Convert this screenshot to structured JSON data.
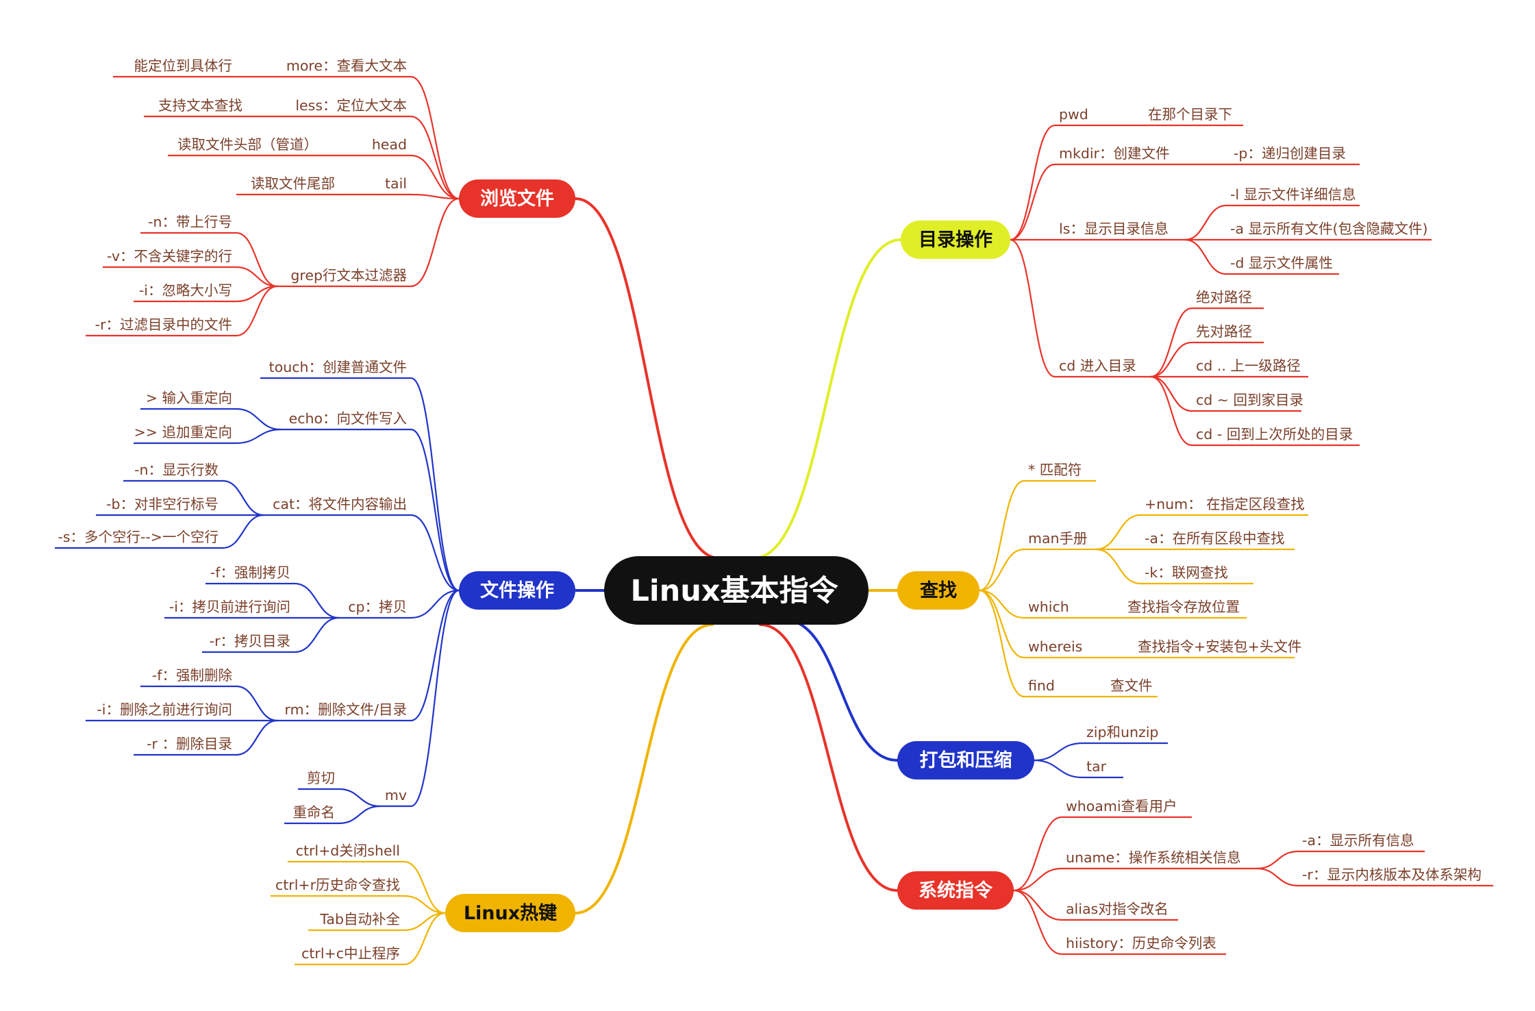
{
  "center": {
    "label": "Linux基本指令"
  },
  "colors": {
    "red": "#e8332a",
    "blue": "#2034c9",
    "gold": "#f0b400",
    "lime": "#e0ee27",
    "text_dark": "#7a3f2a",
    "center_bg": "#111111"
  },
  "branches": {
    "browse": {
      "label": "浏览文件",
      "items": [
        {
          "label": "more：查看大文本",
          "sub": [
            "能定位到具体行"
          ]
        },
        {
          "label": "less：定位大文本",
          "sub": [
            "支持文本查找"
          ]
        },
        {
          "label": "head",
          "sub": [
            "读取文件头部（管道）"
          ]
        },
        {
          "label": "tail",
          "sub": [
            "读取文件尾部"
          ]
        },
        {
          "label": "grep行文本过滤器",
          "sub": [
            "-n：带上行号",
            "-v：不含关键字的行",
            "-i：忽略大小写",
            "-r：过滤目录中的文件"
          ]
        }
      ]
    },
    "fileops": {
      "label": "文件操作",
      "items": [
        {
          "label": "touch：创建普通文件",
          "sub": []
        },
        {
          "label": "echo：向文件写入",
          "sub": [
            "> 输入重定向",
            ">> 追加重定向"
          ]
        },
        {
          "label": "cat：将文件内容输出",
          "sub": [
            "-n：显示行数",
            "-b：对非空行标号",
            "-s：多个空行-->一个空行"
          ]
        },
        {
          "label": "cp：拷贝",
          "sub": [
            "-f：强制拷贝",
            "-i：拷贝前进行询问",
            "-r：拷贝目录"
          ]
        },
        {
          "label": "rm：删除文件/目录",
          "sub": [
            "-f：强制删除",
            "-i：删除之前进行询问",
            "-r ：删除目录"
          ]
        },
        {
          "label": "mv",
          "sub": [
            "剪切",
            "重命名"
          ]
        }
      ]
    },
    "hotkeys": {
      "label": "Linux热键",
      "items": [
        {
          "label": "ctrl+d关闭shell"
        },
        {
          "label": "ctrl+r历史命令查找"
        },
        {
          "label": "Tab自动补全"
        },
        {
          "label": "ctrl+c中止程序"
        }
      ]
    },
    "dir": {
      "label": "目录操作",
      "items": [
        {
          "label": "pwd",
          "sub": [
            "在那个目录下"
          ]
        },
        {
          "label": "mkdir：创建文件",
          "sub": [
            "-p：递归创建目录"
          ]
        },
        {
          "label": "ls：显示目录信息",
          "sub": [
            "-l 显示文件详细信息",
            "-a 显示所有文件(包含隐藏文件)",
            "-d 显示文件属性"
          ]
        },
        {
          "label": "cd 进入目录",
          "sub": [
            "绝对路径",
            "先对路径",
            "cd ..   上一级路径",
            "cd ~  回到家目录",
            "cd - 回到上次所处的目录"
          ]
        }
      ]
    },
    "find": {
      "label": "查找",
      "items": [
        {
          "label": "* 匹配符",
          "sub": []
        },
        {
          "label": "man手册",
          "sub": [
            "+num：  在指定区段查找",
            "-a：在所有区段中查找",
            "-k：联网查找"
          ]
        },
        {
          "label": "which",
          "sub": [
            "查找指令存放位置"
          ]
        },
        {
          "label": "whereis",
          "sub": [
            "查找指令+安装包+头文件"
          ]
        },
        {
          "label": "find",
          "sub": [
            "查文件"
          ]
        }
      ]
    },
    "pack": {
      "label": "打包和压缩",
      "items": [
        {
          "label": "zip和unzip"
        },
        {
          "label": "tar"
        }
      ]
    },
    "sys": {
      "label": "系统指令",
      "items": [
        {
          "label": "whoami查看用户",
          "sub": []
        },
        {
          "label": "uname：操作系统相关信息",
          "sub": [
            "-a：显示所有信息",
            "-r：显示内核版本及体系架构"
          ]
        },
        {
          "label": "alias对指令改名",
          "sub": []
        },
        {
          "label": "hiistory：历史命令列表",
          "sub": []
        }
      ]
    }
  }
}
